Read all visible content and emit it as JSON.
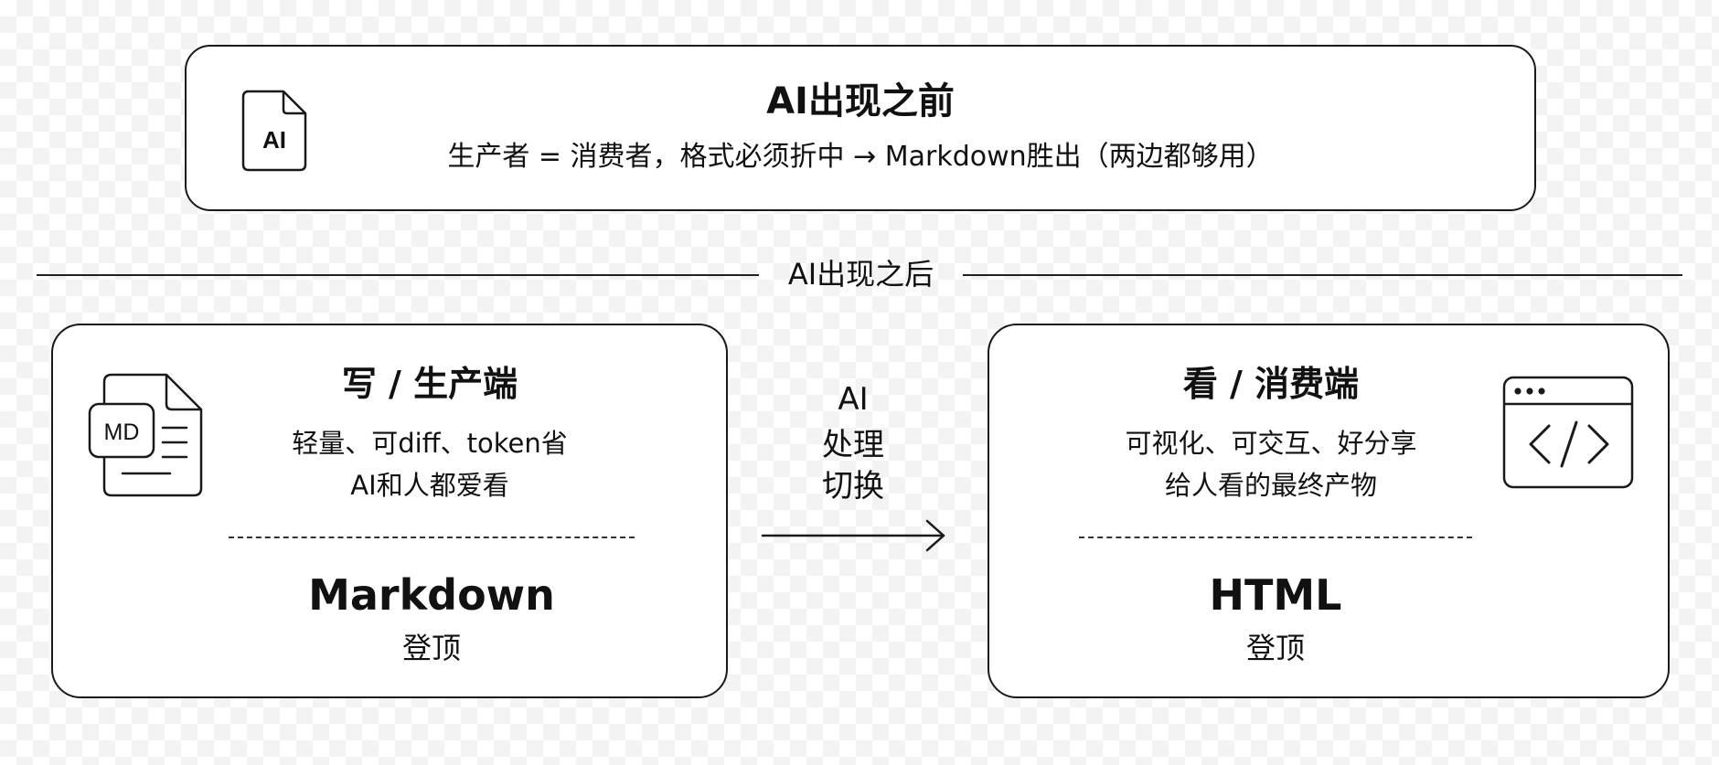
{
  "before": {
    "title": "AI出现之前",
    "description": "生产者 = 消费者，格式必须折中 → Markdown胜出（两边都够用）",
    "icon_label": "AI",
    "icon": "ai-document-icon"
  },
  "divider": {
    "label": "AI出现之后"
  },
  "producer": {
    "title": "写 / 生产端",
    "desc_line1": "轻量、可diff、token省",
    "desc_line2": "AI和人都爱看",
    "format": "Markdown",
    "status": "登顶",
    "icon_label": "MD",
    "icon": "markdown-document-icon"
  },
  "process": {
    "line1": "AI",
    "line2": "处理",
    "line3": "切换",
    "icon": "right-arrow-icon"
  },
  "consumer": {
    "title": "看 / 消费端",
    "desc_line1": "可视化、可交互、好分享",
    "desc_line2": "给人看的最终产物",
    "format": "HTML",
    "status": "登顶",
    "icon": "code-window-icon"
  },
  "colors": {
    "stroke": "#1a1a1a",
    "text": "#111111",
    "background": "#ffffff"
  }
}
